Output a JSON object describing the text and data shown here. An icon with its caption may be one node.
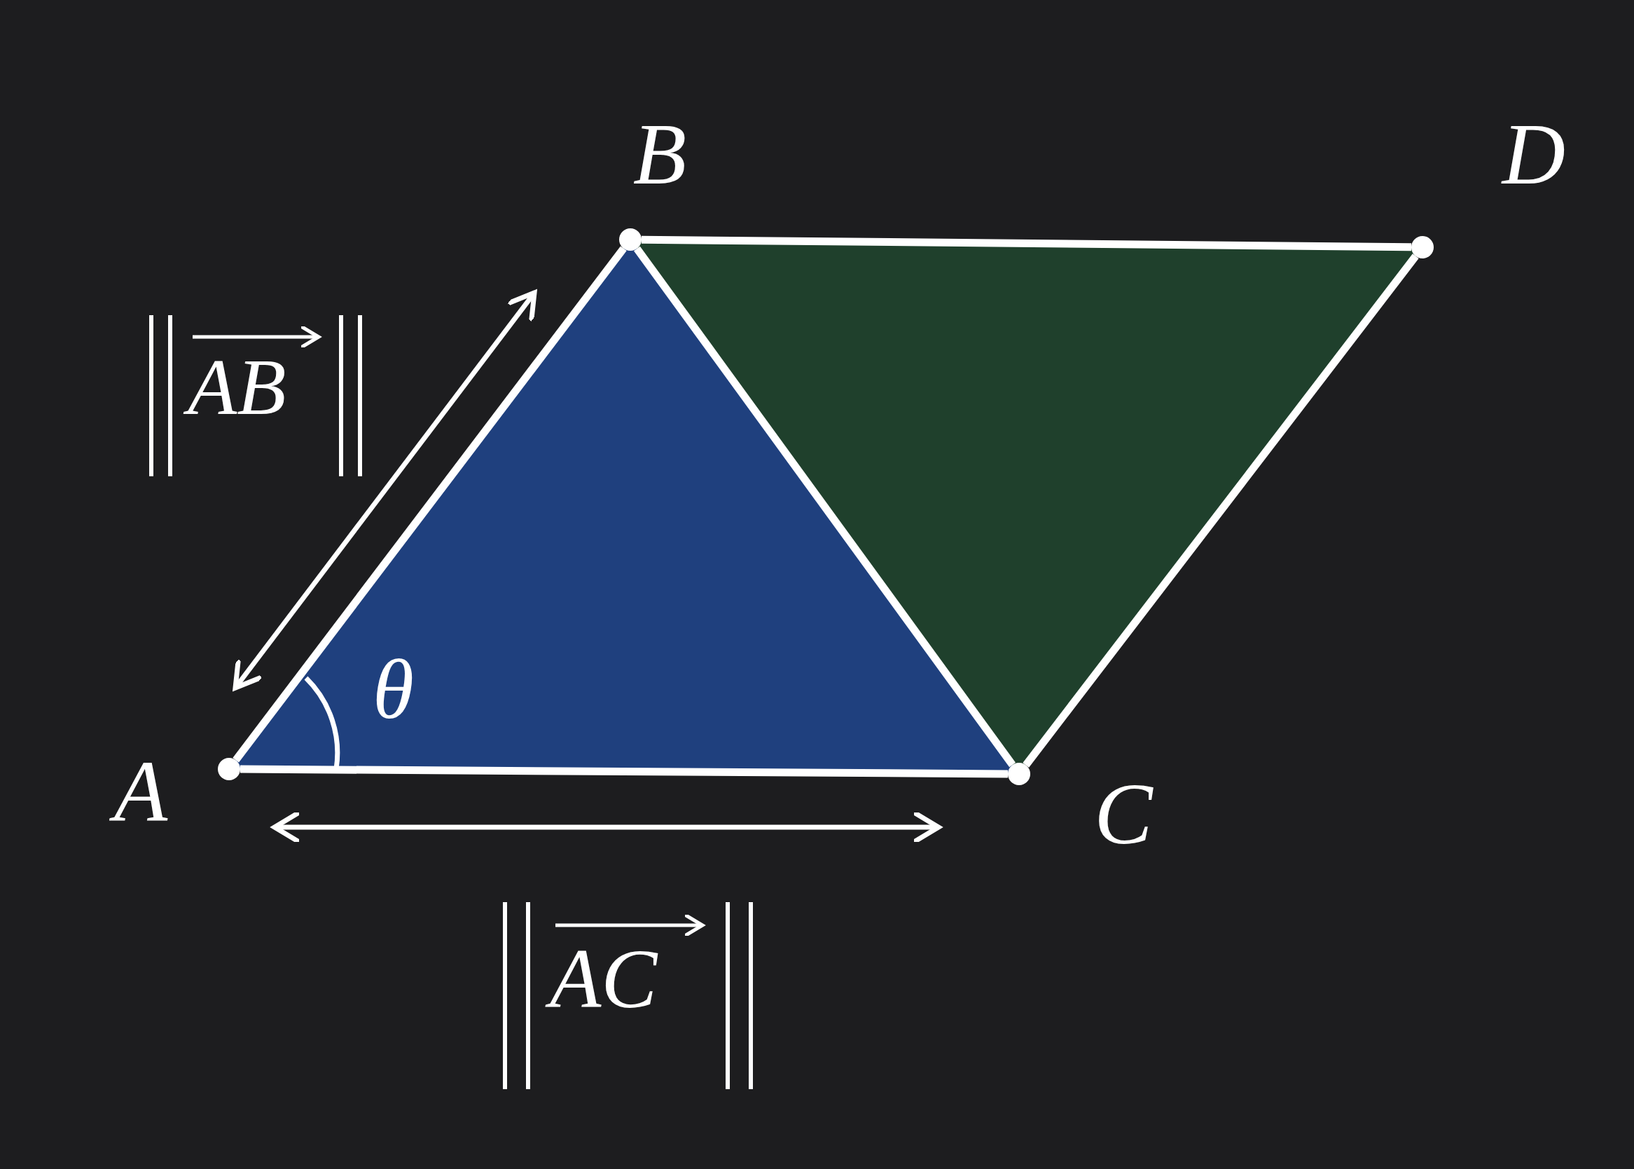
{
  "diagram": {
    "nodes": [
      {
        "text": [],
        "shape": "circle",
        "beside": [
          "A"
        ]
      },
      {
        "text": [],
        "shape": "circle",
        "beside": [
          "B"
        ]
      },
      {
        "text": [],
        "shape": "circle",
        "beside": [
          "C"
        ]
      },
      {
        "text": [],
        "shape": "circle",
        "beside": [
          "D"
        ]
      }
    ],
    "edges": [
      {
        "from": 0,
        "to": 1,
        "arrow": "none"
      },
      {
        "from": 1,
        "to": 2,
        "arrow": "none"
      },
      {
        "from": 0,
        "to": 2,
        "arrow": "none"
      },
      {
        "from": 1,
        "to": 3,
        "arrow": "none"
      },
      {
        "from": 3,
        "to": 2,
        "arrow": "none"
      }
    ],
    "labels": [
      "θ",
      "AB",
      "AC"
    ]
  }
}
